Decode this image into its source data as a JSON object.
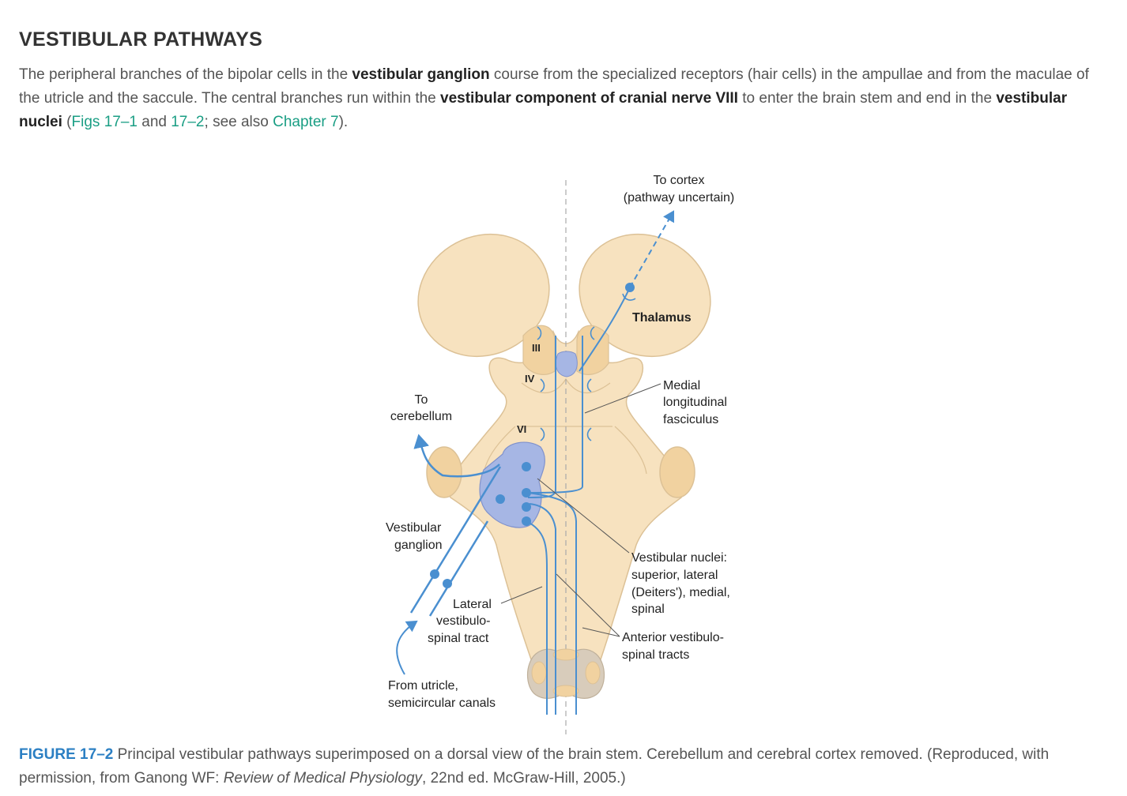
{
  "heading": "VESTIBULAR PATHWAYS",
  "intro": {
    "t1": "The peripheral branches of the bipolar cells in the ",
    "b1": "vestibular ganglion",
    "t2": " course from the specialized receptors (hair cells) in the ampullae and from the maculae of the utricle and the saccule. The central branches run within the ",
    "b2": "vestibular component of cranial nerve VIII",
    "t3": " to enter the brain stem and end in the ",
    "b3": "vestibular nuclei",
    "t4": " (",
    "link1": "Figs 17–1",
    "t5": " and ",
    "link2": "17–2",
    "t6": "; see also ",
    "link3": "Chapter 7",
    "t7": ")."
  },
  "figure": {
    "labels": {
      "to_cortex_1": "To cortex",
      "to_cortex_2": "(pathway uncertain)",
      "thalamus": "Thalamus",
      "nerve_iii": "III",
      "nerve_iv": "IV",
      "nerve_vi": "VI",
      "to_cerebellum_1": "To",
      "to_cerebellum_2": "cerebellum",
      "mlf_1": "Medial",
      "mlf_2": "longitudinal",
      "mlf_3": "fasciculus",
      "vestibular_ganglion_1": "Vestibular",
      "vestibular_ganglion_2": "ganglion",
      "vestibular_nuclei_1": "Vestibular nuclei:",
      "vestibular_nuclei_2": "superior, lateral",
      "vestibular_nuclei_3": "(Deiters'), medial,",
      "vestibular_nuclei_4": "spinal",
      "lateral_tract_1": "Lateral",
      "lateral_tract_2": "vestibulo-",
      "lateral_tract_3": "spinal tract",
      "anterior_tracts_1": "Anterior vestibulo-",
      "anterior_tracts_2": "spinal tracts",
      "from_utricle_1": "From utricle,",
      "from_utricle_2": "semicircular canals"
    },
    "colors": {
      "tissue": "#f7e2bf",
      "tissue_outline": "#dcc196",
      "nucleus": "#a6b6e4",
      "pathway": "#4a8fd0"
    }
  },
  "caption": {
    "label": "FIGURE 17–2",
    "text": " Principal vestibular pathways superimposed on a dorsal view of the brain stem. Cerebellum and cerebral cortex removed. (Reproduced, with permission, from Ganong WF: ",
    "book": "Review of Medical Physiology",
    "tail": ", 22nd ed. McGraw-Hill, 2005.)"
  }
}
